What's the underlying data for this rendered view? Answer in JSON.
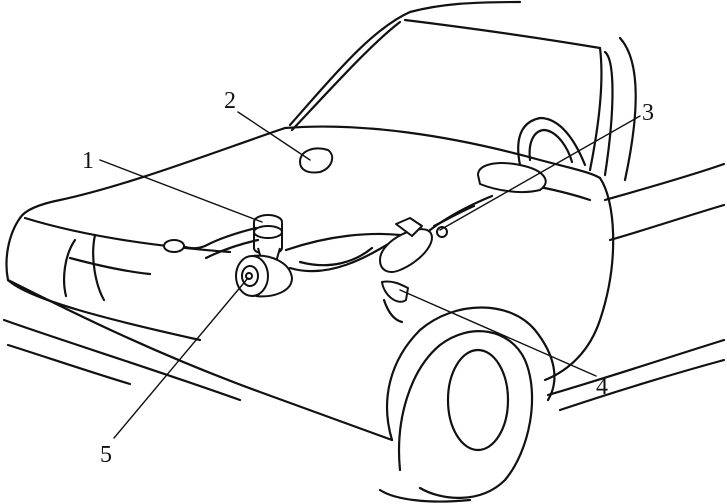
{
  "labels": {
    "one": "1",
    "two": "2",
    "three": "3",
    "four": "4",
    "five": "5"
  },
  "colors": {
    "line": "#111111",
    "background": "#ffffff"
  }
}
